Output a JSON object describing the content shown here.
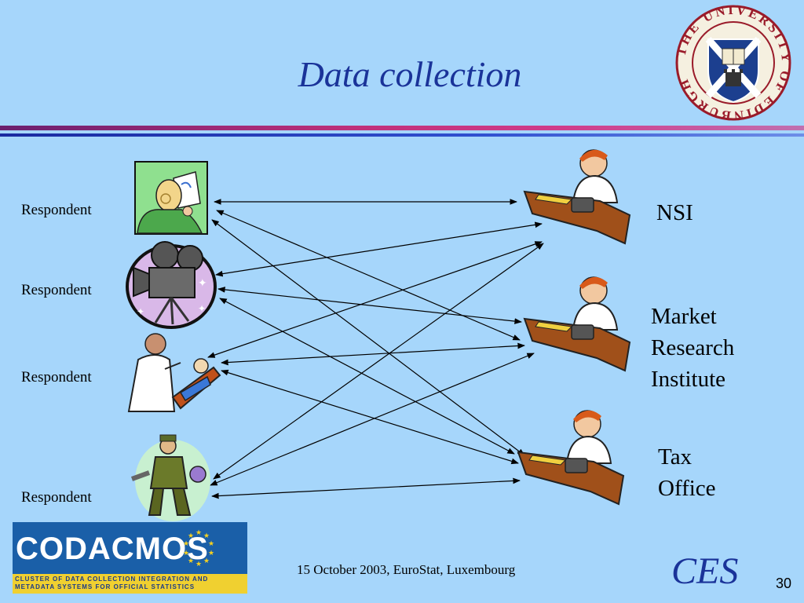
{
  "slide": {
    "title": "Data collection",
    "respondent_labels": [
      "Respondent",
      "Respondent",
      "Respondent",
      "Respondent"
    ],
    "organisations": {
      "nsi": [
        "NSI"
      ],
      "market": [
        "Market",
        "Research",
        "Institute"
      ],
      "tax": [
        "Tax",
        "Office"
      ]
    },
    "footer_date": "15 October 2003, EuroStat, Luxembourg",
    "ces_label": "CES",
    "page_number": "30"
  },
  "logos": {
    "university_seal_text": "THE UNIVERSITY OF EDINBURGH",
    "codacmos_word": "CODACMOS",
    "codacmos_tagline_1": "CLUSTER OF DATA COLLECTION INTEGRATION AND",
    "codacmos_tagline_2": "METADATA SYSTEMS FOR OFFICIAL STATISTICS"
  },
  "colors": {
    "background": "#a6d6fb",
    "title": "#1a3399",
    "accent_rule": "#c0307a",
    "blue_rule": "#2a44c0"
  }
}
